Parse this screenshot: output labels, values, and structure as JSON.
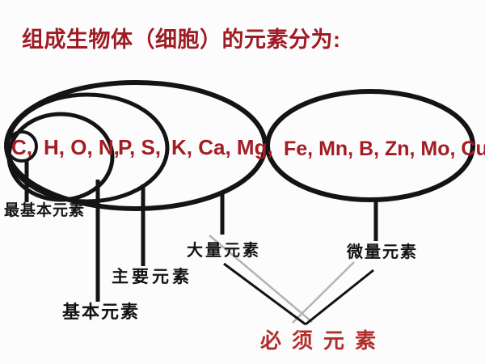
{
  "title": {
    "text": "组成生物体（细胞）的元素分为:"
  },
  "diagram": {
    "element_groups": {
      "most_basic": "C,",
      "basic_extra": "H, O, N,",
      "main_extra": "P, S,",
      "macro_extra": "K, Ca, Mg,",
      "trace": "Fe, Mn, B, Zn, Mo, Cu"
    },
    "category_labels": {
      "most_basic": "最基本元素",
      "basic": "基本元素",
      "main": "主要元素",
      "macro": "大量元素",
      "trace": "微量元素",
      "essential": "必须元素"
    }
  },
  "colors": {
    "title_red": "#9f1c25",
    "element_red": "#a41d24",
    "essential_red": "#b02f2e",
    "line_black": "#141414",
    "shadow_gray": "#b3b3b3",
    "background": "#fcfcfc"
  }
}
